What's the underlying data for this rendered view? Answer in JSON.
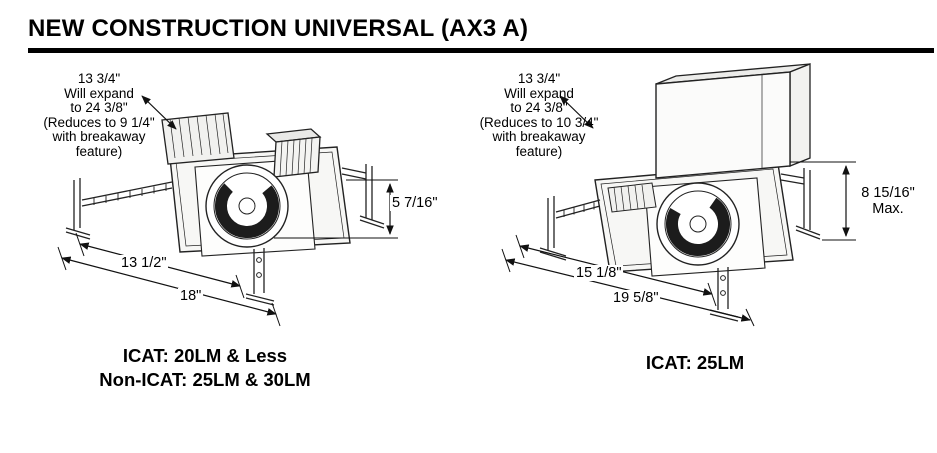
{
  "page": {
    "title": "NEW CONSTRUCTION UNIVERSAL (AX3 A)"
  },
  "figures": {
    "left": {
      "annotation": [
        "13 3/4\"",
        "Will expand",
        "to 24 3/8\"",
        "(Reduces to 9 1/4\"",
        "with breakaway",
        "feature)"
      ],
      "dim_height": "5 7/16\"",
      "dim_width_inner": "13 1/2\"",
      "dim_width_outer": "18\"",
      "caption": [
        "ICAT: 20LM & Less",
        "Non-ICAT: 25LM & 30LM"
      ]
    },
    "right": {
      "annotation": [
        "13 3/4\"",
        "Will expand",
        "to 24 3/8\"",
        "(Reduces to 10 3/4\"",
        "with breakaway",
        "feature)"
      ],
      "dim_height": "8 15/16\"",
      "dim_height_note": "Max.",
      "dim_width_inner": "15 1/8\"",
      "dim_width_outer": "19 5/8\"",
      "caption": [
        "ICAT: 25LM"
      ]
    }
  }
}
